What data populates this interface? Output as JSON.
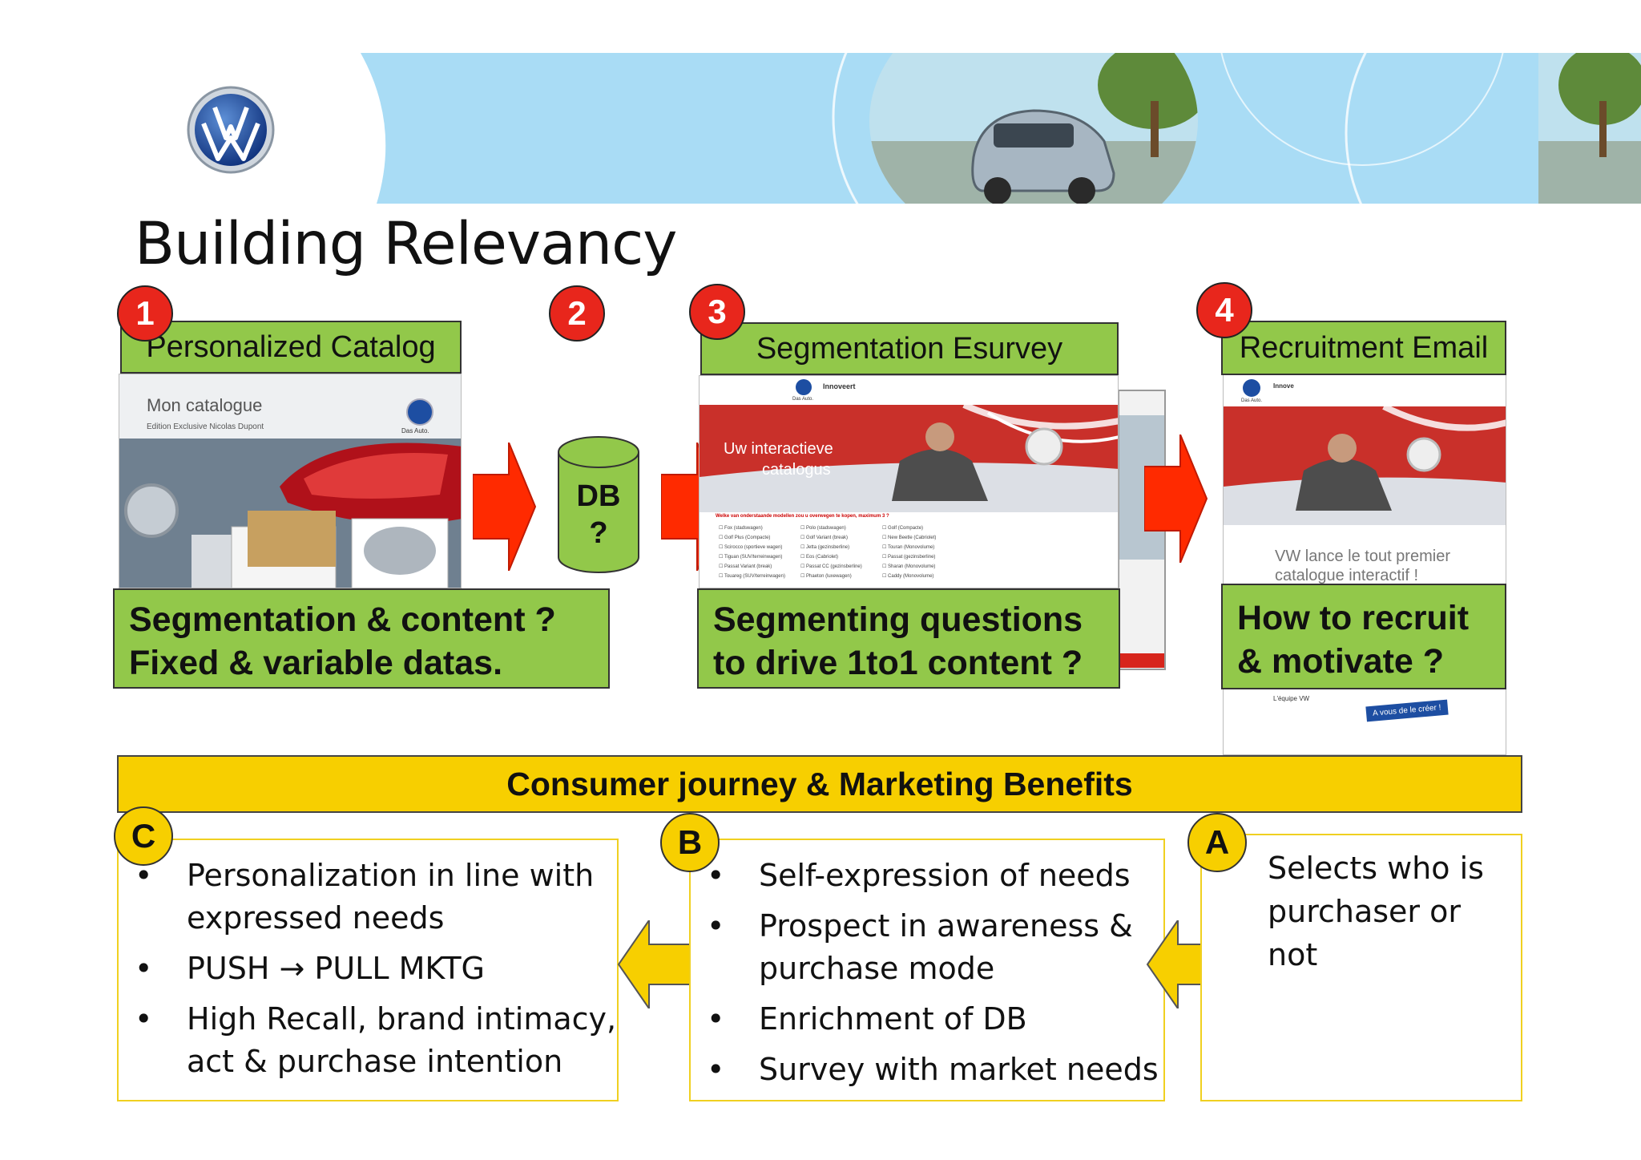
{
  "title": "Building Relevancy",
  "brand": {
    "logo_text": "VW"
  },
  "steps": [
    {
      "number": "1",
      "label": "Personalized Catalog"
    },
    {
      "number": "2",
      "label": ""
    },
    {
      "number": "3",
      "label": "Segmentation Esurvey"
    },
    {
      "number": "4",
      "label": "Recruitment Email"
    }
  ],
  "catalog_screenshot": {
    "heading": "Mon catalogue",
    "subheading": "Edition Exclusive Nicolas Dupont",
    "brand_tag": "Das Auto."
  },
  "db": {
    "line1": "DB",
    "line2": "?"
  },
  "esurvey_screenshot": {
    "brand_tag": "Das Auto.",
    "top_label": "Innoveert",
    "headline_line1": "Uw interactieve",
    "headline_line2": "catalogus",
    "question": "Welke van onderstaande modellen zou u overwegen te kopen, maximum 3 ?",
    "options": [
      [
        "Fox (stadswagen)",
        "Polo (stadswagen)",
        "Golf (Compacte)"
      ],
      [
        "Golf Plus (Compacte)",
        "Golf Variant (break)",
        "New Beetle (Cabriolet)"
      ],
      [
        "Scirocco (sportieve wagen)",
        "Jetta (gezinsberline)",
        "Touran (Monovolume)"
      ],
      [
        "Tiguan (SUV/terreinwagen)",
        "Eos (Cabriolet)",
        "Passat (gezinsberline)"
      ],
      [
        "Passat Variant (break)",
        "Passat CC (gezinsberline)",
        "Sharan (Monovolume)"
      ],
      [
        "Touareg (SUV/terreinwagen)",
        "Phaeton (luxewagen)",
        "Caddy (Monovolume)"
      ]
    ]
  },
  "email_screenshot": {
    "brand_tag": "Das Auto.",
    "top_label": "Innove",
    "headline_line1": "VW lance le tout premier",
    "headline_line2": "catalogue interactif !",
    "signature": "L'équipe VW",
    "cta": "A vous de le créer !"
  },
  "questions": {
    "q1_line1": "Segmentation & content ?",
    "q1_line2": "Fixed & variable datas.",
    "q3_line1": "Segmenting questions",
    "q3_line2": "to drive 1to1 content ?",
    "q4_line1": "How to recruit",
    "q4_line2": "& motivate ?"
  },
  "journey_bar": "Consumer journey & Marketing Benefits",
  "benefits": {
    "C": {
      "letter": "C",
      "items": [
        "Personalization in line with expressed needs",
        "PUSH → PULL MKTG",
        "High Recall, brand intimacy, act & purchase intention"
      ]
    },
    "B": {
      "letter": "B",
      "items": [
        "Self-expression of needs",
        "Prospect in awareness & purchase mode",
        "Enrichment of DB",
        "Survey with market needs"
      ]
    },
    "A": {
      "letter": "A",
      "text": "Selects who is purchaser or not"
    }
  },
  "colors": {
    "step_badge": "#e8261c",
    "label_green": "#92c84a",
    "journey_yellow": "#f7cf00",
    "arrow_red": "#ff2a00",
    "arrow_yellow": "#f7cf00"
  }
}
